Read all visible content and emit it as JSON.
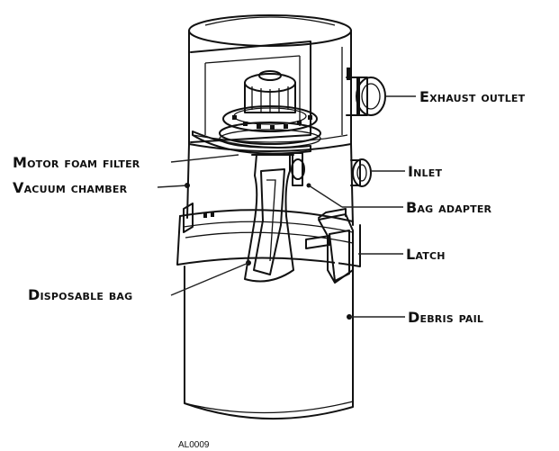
{
  "labels": {
    "exhaust_outlet": "Exhaust outlet",
    "inlet": "Inlet",
    "bag_adapter": "Bag adapter",
    "latch": "Latch",
    "debris_pail": "Debris pail",
    "motor_foam_filter": "Motor foam filter",
    "vacuum_chamber": "Vacuum chamber",
    "disposable_bag": "Disposable bag"
  },
  "figure_code": "AL0009",
  "colors": {
    "line": "#111111",
    "background": "#ffffff",
    "shade": "#d9d9d9"
  }
}
